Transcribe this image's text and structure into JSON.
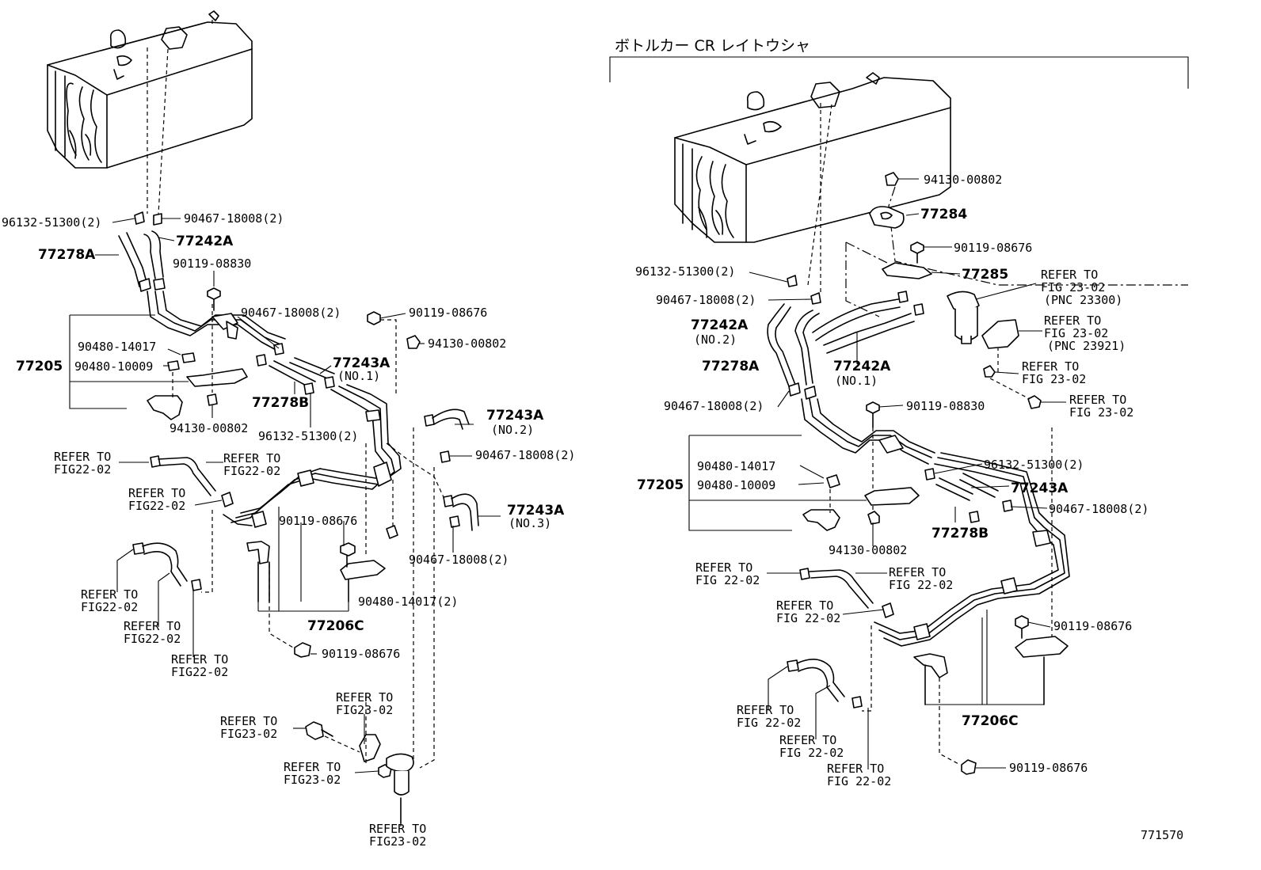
{
  "heading": "ボトルカー CR レイトウシャ",
  "figure_number": "771570",
  "left": {
    "p_96132_51300": "96132-51300(2)",
    "p_90467_top": "90467-18008(2)",
    "p_77242A": "77242A",
    "p_77278A": "77278A",
    "p_90119_08830": "90119-08830",
    "p_90467_mid": "90467-18008(2)",
    "p_90119_08676_top": "90119-08676",
    "p_94130_top": "94130-00802",
    "p_90480_14017": "90480-14017",
    "p_77205": "77205",
    "p_90480_10009": "90480-10009",
    "p_77243A_no1": "77243A",
    "no1": "(NO.1)",
    "p_77278B": "77278B",
    "p_94130_bot": "94130-00802",
    "p_96132_bot": "96132-51300(2)",
    "p_77243A_no2": "77243A",
    "no2": "(NO.2)",
    "p_90467_r": "90467-18008(2)",
    "p_77243A_no3": "77243A",
    "no3": "(NO.3)",
    "p_90467_r2": "90467-18008(2)",
    "p_90119_08676_mid": "90119-08676",
    "p_90480_14017_2": "90480-14017(2)",
    "p_77206C": "77206C",
    "p_90119_08676_bot": "90119-08676",
    "refer_to": "REFER TO",
    "fig22": "FIG22-02",
    "fig23": "FIG23-02"
  },
  "right": {
    "p_94130": "94130-00802",
    "p_77284": "77284",
    "p_90119_08676_a": "90119-08676",
    "p_96132": "96132-51300(2)",
    "p_77285": "77285",
    "refer_to": "REFER TO",
    "fig23": "FIG 23-02",
    "pnc_23300": "(PNC 23300)",
    "pnc_23921": "(PNC 23921)",
    "p_90467_a": "90467-18008(2)",
    "p_77242A_no2": "77242A",
    "no2": "(NO.2)",
    "p_77278A": "77278A",
    "p_77242A_no1": "77242A",
    "no1": "(NO.1)",
    "p_90467_b": "90467-18008(2)",
    "p_90119_08830": "90119-08830",
    "p_96132_b": "96132-51300(2)",
    "p_90480_14017": "90480-14017",
    "p_77243A": "77243A",
    "p_77205": "77205",
    "p_90480_10009": "90480-10009",
    "p_90467_c": "90467-18008(2)",
    "p_77278B": "77278B",
    "p_94130_b": "94130-00802",
    "fig22": "FIG 22-02",
    "p_90119_08676_b": "90119-08676",
    "p_77206C": "77206C",
    "p_90119_08676_c": "90119-08676"
  }
}
